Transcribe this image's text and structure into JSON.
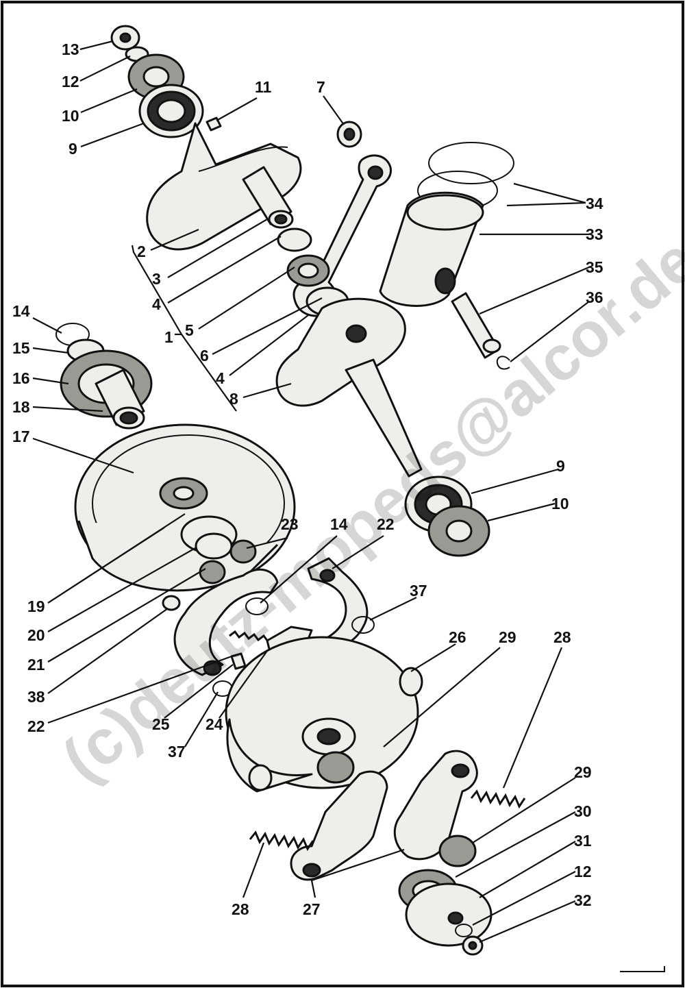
{
  "labels": {
    "n1": "1",
    "n2": "2",
    "n3": "3",
    "n4a": "4",
    "n4b": "4",
    "n5": "5",
    "n6": "6",
    "n7": "7",
    "n8": "8",
    "n9a": "9",
    "n9b": "9",
    "n10a": "10",
    "n10b": "10",
    "n11": "11",
    "n12a": "12",
    "n12b": "12",
    "n13": "13",
    "n14a": "14",
    "n14b": "14",
    "n15": "15",
    "n16": "16",
    "n17": "17",
    "n18": "18",
    "n19": "19",
    "n20": "20",
    "n21": "21",
    "n22a": "22",
    "n22b": "22",
    "n23": "23",
    "n24": "24",
    "n25": "25",
    "n26": "26",
    "n27": "27",
    "n28a": "28",
    "n28b": "28",
    "n29a": "29",
    "n29b": "29",
    "n30": "30",
    "n31": "31",
    "n32": "32",
    "n33": "33",
    "n34": "34",
    "n35": "35",
    "n36": "36",
    "n37a": "37",
    "n37b": "37",
    "n38": "38"
  },
  "watermark": "(c)deutz-mopeds@alcor.de",
  "colors": {
    "ink": "#111111",
    "paper": "#ffffff",
    "watermark": "#000000"
  }
}
